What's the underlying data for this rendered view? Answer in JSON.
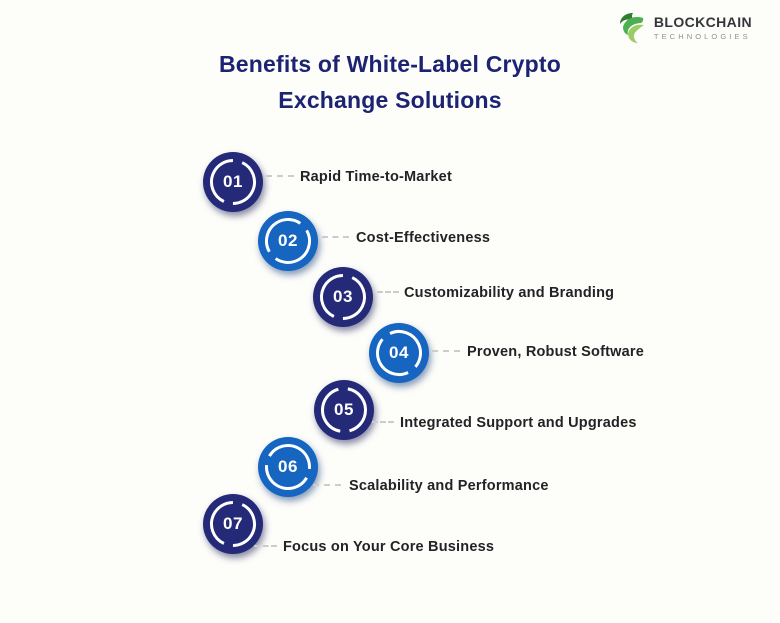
{
  "logo": {
    "name": "BLOCKCHAIN",
    "subname": "TECHNOLOGIES",
    "icon": "green-leaf-swirl-icon"
  },
  "title": {
    "line1": "Benefits of White-Label Crypto",
    "line2": "Exchange Solutions"
  },
  "steps": [
    {
      "number": "01",
      "label": "Rapid Time-to-Market",
      "variant": "navy"
    },
    {
      "number": "02",
      "label": "Cost-Effectiveness",
      "variant": "blue"
    },
    {
      "number": "03",
      "label": "Customizability and Branding",
      "variant": "navy"
    },
    {
      "number": "04",
      "label": "Proven, Robust Software",
      "variant": "blue"
    },
    {
      "number": "05",
      "label": "Integrated Support and Upgrades",
      "variant": "navy"
    },
    {
      "number": "06",
      "label": "Scalability and Performance",
      "variant": "blue"
    },
    {
      "number": "07",
      "label": "Focus on Your Core Business",
      "variant": "navy"
    }
  ],
  "colors": {
    "navy": "#242a78",
    "blue": "#1565c1",
    "title": "#1c2373",
    "label_text": "#222326",
    "dash": "#cccccc",
    "background": "#fdfdfa",
    "logo_green_dark": "#2e7d32",
    "logo_green_mid": "#4caf50",
    "logo_green_light": "#9ccc65"
  }
}
